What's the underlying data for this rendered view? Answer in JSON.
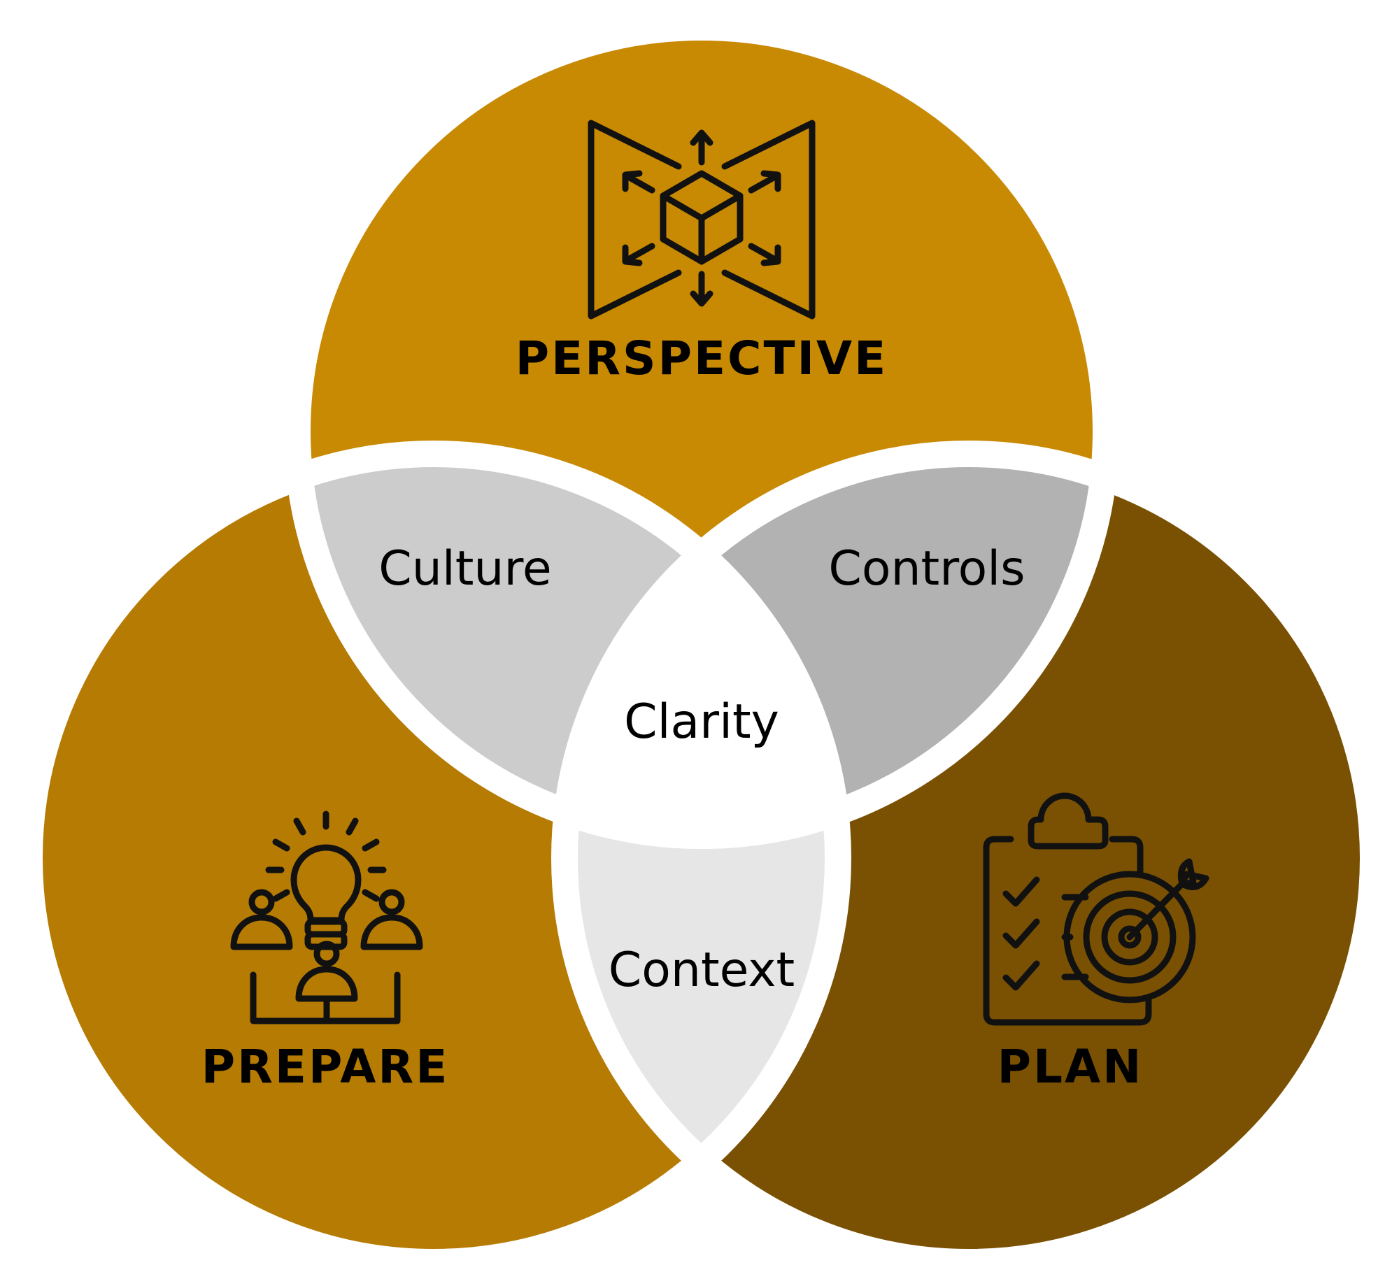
{
  "circles": [
    {
      "id": "perspective",
      "label": "PERSPECTIVE",
      "color": "#C88903",
      "icon": "perspective-cube-icon"
    },
    {
      "id": "prepare",
      "label": "PREPARE",
      "color": "#B57B03",
      "icon": "team-idea-icon"
    },
    {
      "id": "plan",
      "label": "PLAN",
      "color": "#7A5103",
      "icon": "clipboard-target-icon"
    }
  ],
  "overlaps": [
    {
      "id": "culture",
      "label": "Culture",
      "color": "#CCCCCC"
    },
    {
      "id": "controls",
      "label": "Controls",
      "color": "#B2B2B2"
    },
    {
      "id": "context",
      "label": "Context",
      "color": "#E6E6E6"
    },
    {
      "id": "clarity",
      "label": "Clarity",
      "color": "#FFFFFF"
    }
  ],
  "gap_color": "#FFFFFF"
}
